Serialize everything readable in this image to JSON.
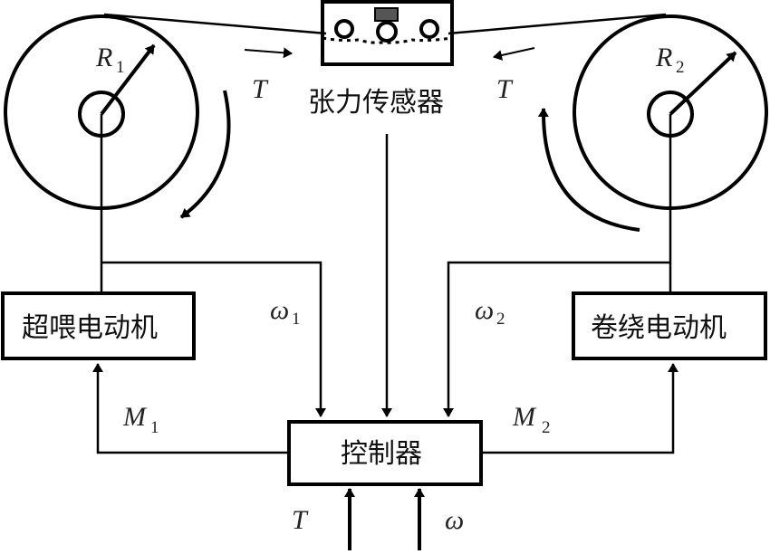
{
  "diagram": {
    "tension_sensor": {
      "label": "张力传感器"
    },
    "controller": {
      "label": "控制器"
    },
    "unwind_motor": {
      "label": "超喂电动机"
    },
    "winding_motor": {
      "label": "卷绕电动机"
    },
    "left_reel": {
      "radius_symbol": "R",
      "radius_sub": "1"
    },
    "right_reel": {
      "radius_symbol": "R",
      "radius_sub": "2"
    },
    "tension_left": {
      "symbol": "T"
    },
    "tension_right": {
      "symbol": "T"
    },
    "omega1": {
      "symbol": "ω",
      "sub": "1"
    },
    "omega2": {
      "symbol": "ω",
      "sub": "2"
    },
    "m1": {
      "symbol": "M",
      "sub": "1"
    },
    "m2": {
      "symbol": "M",
      "sub": "2"
    },
    "input_tension": {
      "symbol": "T"
    },
    "input_omega": {
      "symbol": "ω"
    }
  }
}
